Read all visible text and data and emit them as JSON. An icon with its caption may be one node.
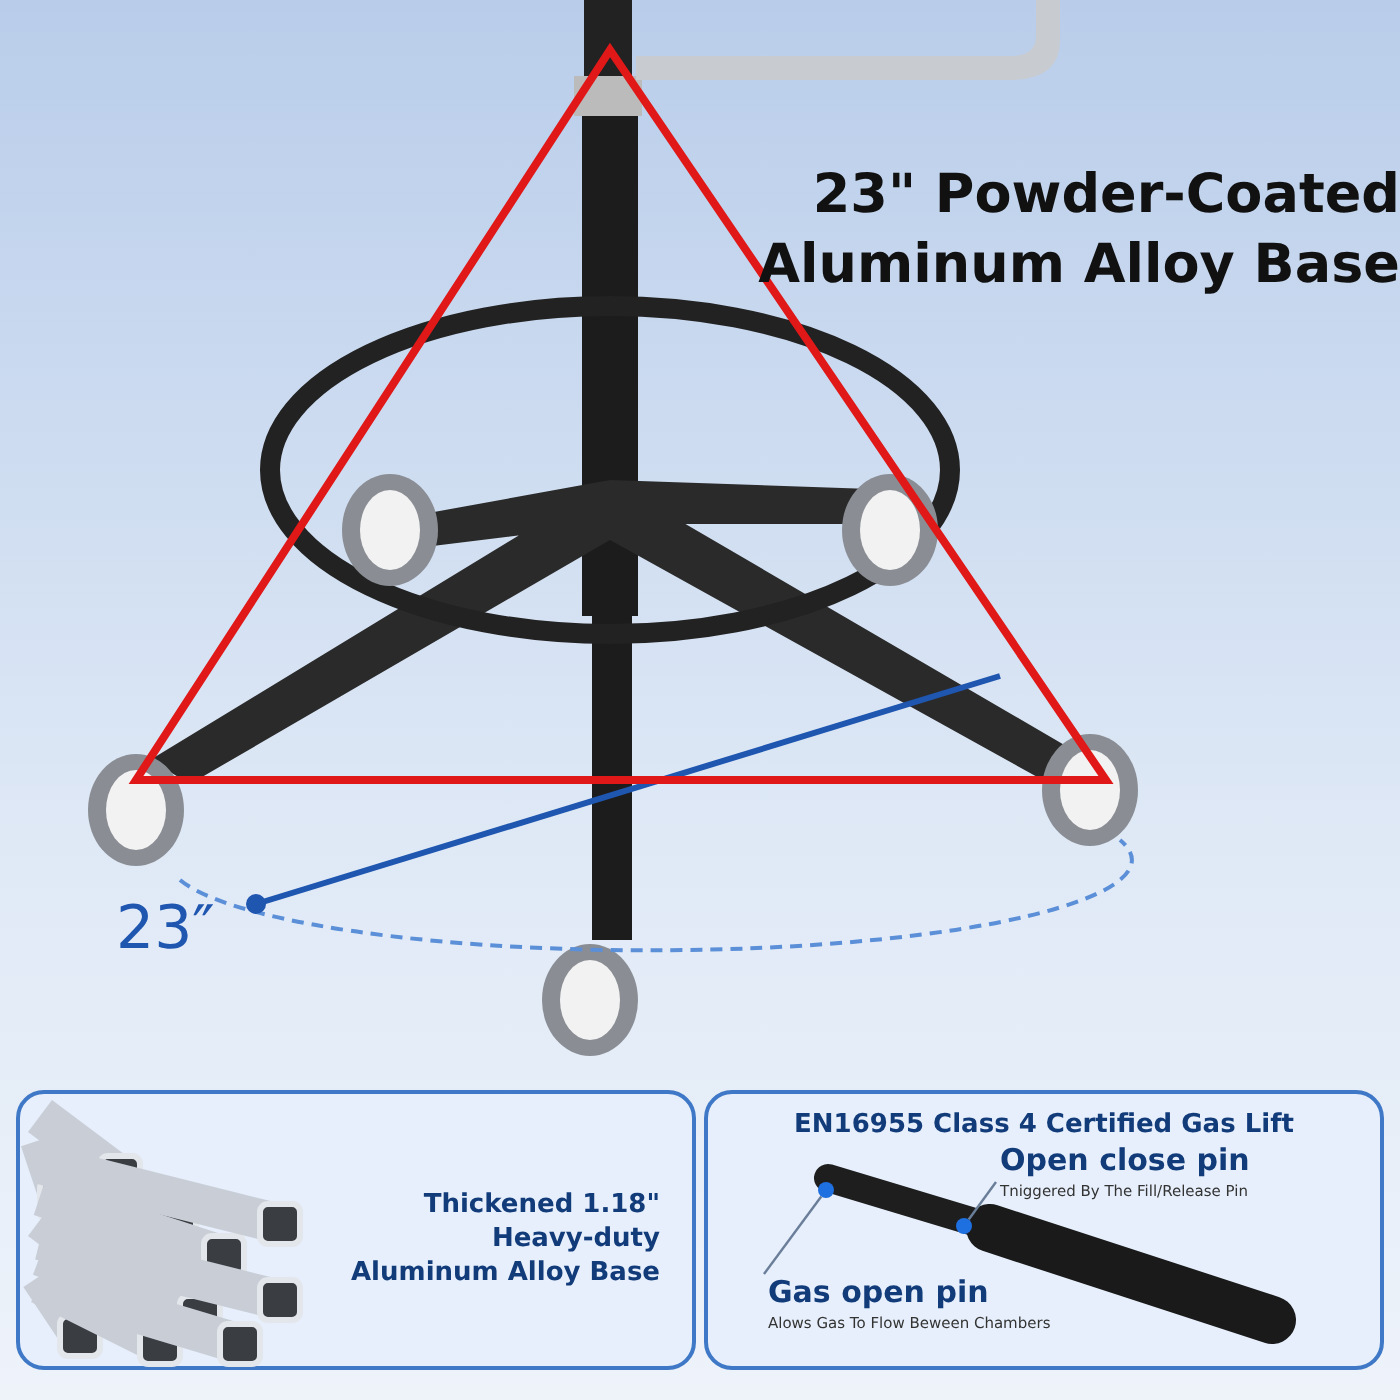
{
  "diagram": {
    "nodes": [
      {
        "text": [
          "Thickened 1.18\" Heavy-duty Aluminum Alloy Base"
        ]
      },
      {
        "text": [
          "EN16955 Class 4 Certified Gas Lift"
        ]
      },
      {
        "text": [
          "Open close pin",
          "Tniggered By The Fill/Release Pin"
        ],
        "in": 1
      },
      {
        "text": [],
        "shape": "circle",
        "in": 1
      },
      {
        "text": [
          "Gas open pin",
          "Alows Gas To Flow Beween Chambers"
        ],
        "in": 1
      },
      {
        "text": [],
        "shape": "circle",
        "in": 1
      }
    ],
    "edges": [
      {
        "from": 2,
        "to": 3,
        "arrow": "none"
      },
      {
        "from": 4,
        "to": 5,
        "arrow": "none"
      }
    ],
    "labels": [
      "23\" Powder-Coated Aluminum Alloy Base",
      "23″"
    ]
  }
}
